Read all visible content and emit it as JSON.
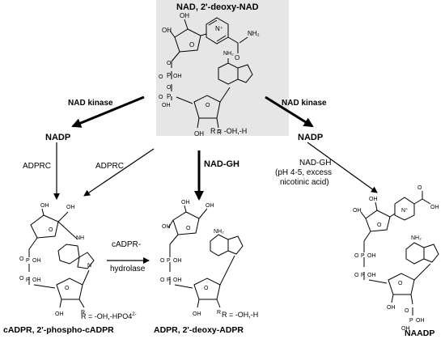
{
  "title": "NAD, 2'-deoxy-NAD",
  "nad": {
    "r_label": "R = -OH,-H",
    "nh2": "NH2",
    "oh": "OH",
    "r": "R",
    "p": "P",
    "o": "O",
    "nh2_amide": "NH2"
  },
  "enzymes": {
    "nad_kinase_left": "NAD kinase",
    "nad_kinase_right": "NAD kinase",
    "adprc_left": "ADPRC",
    "adprc_mid": "ADPRC",
    "nad_gh": "NAD-GH",
    "nad_gh_right": "NAD-GH",
    "nad_gh_right_cond_1": "(pH 4-5, excess",
    "nad_gh_right_cond_2": "nicotinic acid)",
    "cadpr_hydrolase_1": "cADPR-",
    "cadpr_hydrolase_2": "hydrolase"
  },
  "intermediates": {
    "nadp_left": "NADP",
    "nadp_right": "NADP"
  },
  "products": {
    "cadpr_name": "cADPR, 2'-phospho-cADPR",
    "cadpr_r": "R = -OH,-HPO4",
    "cadpr_r_sup": "2-",
    "adpr_name": "ADPR, 2'-deoxy-ADPR",
    "adpr_r": "R = -OH,-H",
    "naadp_name": "NAADP"
  },
  "colors": {
    "highlight_box": "#e6e6e6",
    "ink": "#000000"
  }
}
